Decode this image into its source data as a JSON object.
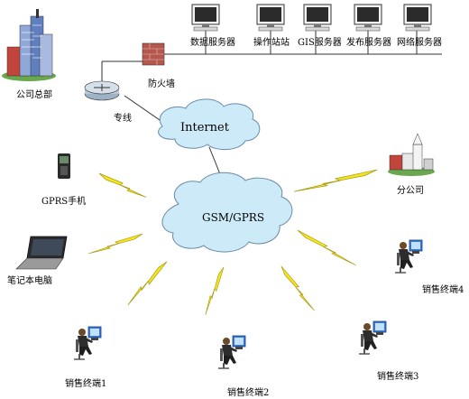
{
  "servers": [
    {
      "label": "数据服务器"
    },
    {
      "label": "操作站站"
    },
    {
      "label": "GIS服务器"
    },
    {
      "label": "发布服务器"
    },
    {
      "label": "网络服务器"
    }
  ],
  "headquarters": {
    "label": "公司总部"
  },
  "firewall": {
    "label": "防火墙"
  },
  "router": {
    "label": "专线"
  },
  "internet": {
    "label": "Internet"
  },
  "gsm": {
    "label": "GSM/GPRS"
  },
  "phone": {
    "label": "GPRS手机"
  },
  "laptop": {
    "label": "笔记本电脑"
  },
  "branch": {
    "label": "分公司"
  },
  "terminals": [
    {
      "label": "销售终端1"
    },
    {
      "label": "销售终端2"
    },
    {
      "label": "销售终端3"
    },
    {
      "label": "销售终端4"
    }
  ],
  "colors": {
    "cloud_fill": "#cdeaf8",
    "cloud_stroke": "#6a8aa8",
    "lightning": "#f4e51e",
    "firewall": "#b5574d"
  }
}
